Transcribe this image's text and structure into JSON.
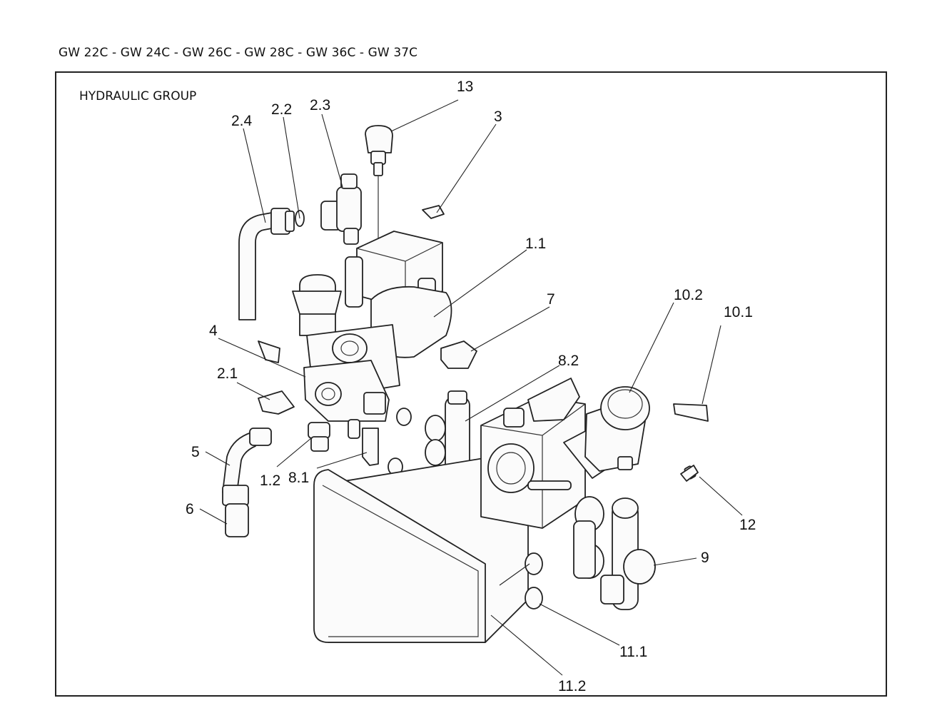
{
  "header": {
    "models": "GW 22C - GW 24C - GW 26C - GW 28C - GW 36C - GW 37C"
  },
  "section": {
    "title": "HYDRAULIC GROUP"
  },
  "callouts": {
    "c13": "13",
    "c3": "3",
    "c2_4": "2.4",
    "c2_2": "2.2",
    "c2_3": "2.3",
    "c1_1": "1.1",
    "c7": "7",
    "c10_2": "10.2",
    "c10_1": "10.1",
    "c4": "4",
    "c2_1": "2.1",
    "c8_2": "8.2",
    "c5": "5",
    "c1_2": "1.2",
    "c8_1": "8.1",
    "c6": "6",
    "c12": "12",
    "c9": "9",
    "c11_1": "11.1",
    "c11_2": "11.2"
  }
}
